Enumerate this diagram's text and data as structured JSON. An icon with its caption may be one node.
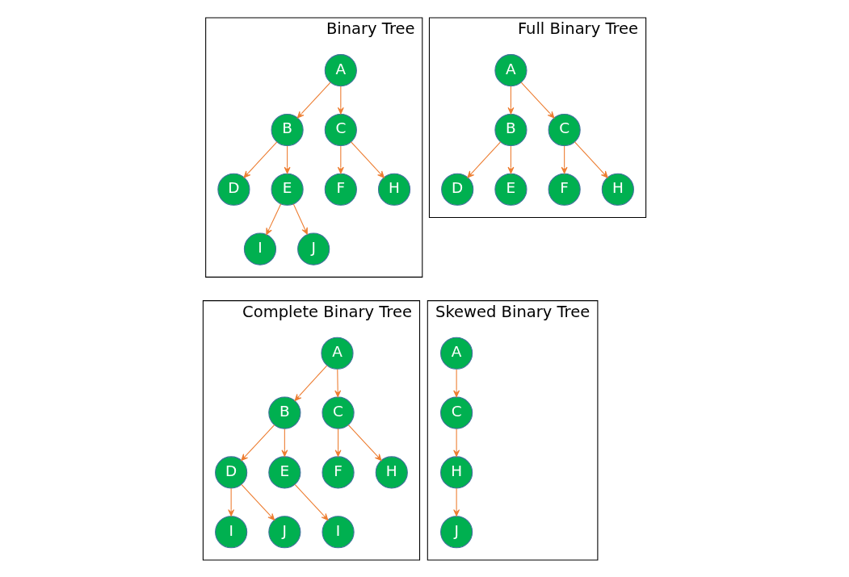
{
  "diagram": {
    "nodes": [
      {
        "text": [
          "Binary Tree"
        ]
      },
      {
        "text": [
          "A"
        ],
        "in": 0
      },
      {
        "text": [
          "B"
        ],
        "in": 0
      },
      {
        "text": [
          "C"
        ],
        "in": 0
      },
      {
        "text": [
          "D"
        ],
        "in": 0
      },
      {
        "text": [
          "E"
        ],
        "in": 0
      },
      {
        "text": [
          "F"
        ],
        "in": 0
      },
      {
        "text": [
          "H"
        ],
        "in": 0
      },
      {
        "text": [
          "I"
        ],
        "in": 0
      },
      {
        "text": [
          "J"
        ],
        "in": 0
      },
      {
        "text": [
          "Full Binary Tree"
        ]
      },
      {
        "text": [
          "A"
        ],
        "in": 10
      },
      {
        "text": [
          "B"
        ],
        "in": 10
      },
      {
        "text": [
          "C"
        ],
        "in": 10
      },
      {
        "text": [
          "D"
        ],
        "in": 10
      },
      {
        "text": [
          "E"
        ],
        "in": 10
      },
      {
        "text": [
          "F"
        ],
        "in": 10
      },
      {
        "text": [
          "H"
        ],
        "in": 10
      },
      {
        "text": [
          "Complete Binary Tree"
        ]
      },
      {
        "text": [
          "A"
        ],
        "in": 18
      },
      {
        "text": [
          "B"
        ],
        "in": 18
      },
      {
        "text": [
          "C"
        ],
        "in": 18
      },
      {
        "text": [
          "D"
        ],
        "in": 18
      },
      {
        "text": [
          "E"
        ],
        "in": 18
      },
      {
        "text": [
          "F"
        ],
        "in": 18
      },
      {
        "text": [
          "H"
        ],
        "in": 18
      },
      {
        "text": [
          "I"
        ],
        "in": 18
      },
      {
        "text": [
          "J"
        ],
        "in": 18
      },
      {
        "text": [
          "I"
        ],
        "in": 18
      },
      {
        "text": [
          "Skewed Binary Tree"
        ]
      },
      {
        "text": [
          "A"
        ],
        "in": 29
      },
      {
        "text": [
          "C"
        ],
        "in": 29
      },
      {
        "text": [
          "H"
        ],
        "in": 29
      },
      {
        "text": [
          "J"
        ],
        "in": 29
      }
    ],
    "edges": [
      {
        "from": 1,
        "to": 2,
        "arrow": "to"
      },
      {
        "from": 1,
        "to": 3,
        "arrow": "to"
      },
      {
        "from": 2,
        "to": 4,
        "arrow": "to"
      },
      {
        "from": 2,
        "to": 5,
        "arrow": "to"
      },
      {
        "from": 3,
        "to": 6,
        "arrow": "to"
      },
      {
        "from": 3,
        "to": 7,
        "arrow": "to"
      },
      {
        "from": 5,
        "to": 8,
        "arrow": "to"
      },
      {
        "from": 5,
        "to": 9,
        "arrow": "to"
      },
      {
        "from": 11,
        "to": 12,
        "arrow": "to"
      },
      {
        "from": 11,
        "to": 13,
        "arrow": "to"
      },
      {
        "from": 12,
        "to": 14,
        "arrow": "to"
      },
      {
        "from": 12,
        "to": 15,
        "arrow": "to"
      },
      {
        "from": 13,
        "to": 16,
        "arrow": "to"
      },
      {
        "from": 13,
        "to": 17,
        "arrow": "to"
      },
      {
        "from": 19,
        "to": 20,
        "arrow": "to"
      },
      {
        "from": 19,
        "to": 21,
        "arrow": "to"
      },
      {
        "from": 20,
        "to": 22,
        "arrow": "to"
      },
      {
        "from": 20,
        "to": 23,
        "arrow": "to"
      },
      {
        "from": 21,
        "to": 24,
        "arrow": "to"
      },
      {
        "from": 21,
        "to": 25,
        "arrow": "to"
      },
      {
        "from": 22,
        "to": 26,
        "arrow": "to"
      },
      {
        "from": 22,
        "to": 27,
        "arrow": "to"
      },
      {
        "from": 23,
        "to": 28,
        "arrow": "to"
      },
      {
        "from": 30,
        "to": 31,
        "arrow": "to"
      },
      {
        "from": 31,
        "to": 32,
        "arrow": "to"
      },
      {
        "from": 32,
        "to": 33,
        "arrow": "to"
      }
    ]
  }
}
